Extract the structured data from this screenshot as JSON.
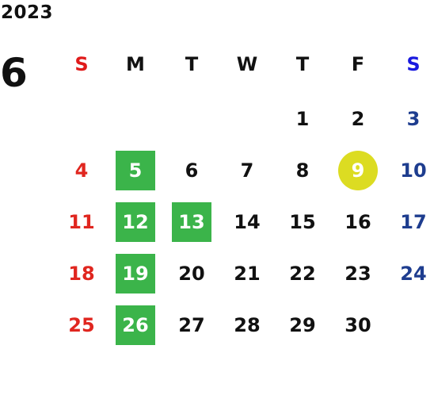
{
  "year": "2023",
  "month": "6",
  "weekdays": [
    {
      "label": "S",
      "color": "#e01a1a"
    },
    {
      "label": "M",
      "color": "#111111"
    },
    {
      "label": "T",
      "color": "#111111"
    },
    {
      "label": "W",
      "color": "#111111"
    },
    {
      "label": "T",
      "color": "#111111"
    },
    {
      "label": "F",
      "color": "#111111"
    },
    {
      "label": "S",
      "color": "#1a1adf"
    }
  ],
  "colors": {
    "sunday": "#e0261f",
    "saturday": "#1e3d8f",
    "weekday": "#111111",
    "highlight_box": "#3bb44a",
    "highlight_circle": "#dcdc22",
    "highlight_text": "#ffffff"
  },
  "weeks": [
    [
      {
        "day": "",
        "mark": "none"
      },
      {
        "day": "",
        "mark": "none"
      },
      {
        "day": "",
        "mark": "none"
      },
      {
        "day": "",
        "mark": "none"
      },
      {
        "day": "1",
        "mark": "none"
      },
      {
        "day": "2",
        "mark": "none"
      },
      {
        "day": "3",
        "mark": "none"
      }
    ],
    [
      {
        "day": "4",
        "mark": "none"
      },
      {
        "day": "5",
        "mark": "box"
      },
      {
        "day": "6",
        "mark": "none"
      },
      {
        "day": "7",
        "mark": "none"
      },
      {
        "day": "8",
        "mark": "none"
      },
      {
        "day": "9",
        "mark": "circle"
      },
      {
        "day": "10",
        "mark": "none"
      }
    ],
    [
      {
        "day": "11",
        "mark": "none"
      },
      {
        "day": "12",
        "mark": "box"
      },
      {
        "day": "13",
        "mark": "box"
      },
      {
        "day": "14",
        "mark": "none"
      },
      {
        "day": "15",
        "mark": "none"
      },
      {
        "day": "16",
        "mark": "none"
      },
      {
        "day": "17",
        "mark": "none"
      }
    ],
    [
      {
        "day": "18",
        "mark": "none"
      },
      {
        "day": "19",
        "mark": "box"
      },
      {
        "day": "20",
        "mark": "none"
      },
      {
        "day": "21",
        "mark": "none"
      },
      {
        "day": "22",
        "mark": "none"
      },
      {
        "day": "23",
        "mark": "none"
      },
      {
        "day": "24",
        "mark": "none"
      }
    ],
    [
      {
        "day": "25",
        "mark": "none"
      },
      {
        "day": "26",
        "mark": "box"
      },
      {
        "day": "27",
        "mark": "none"
      },
      {
        "day": "28",
        "mark": "none"
      },
      {
        "day": "29",
        "mark": "none"
      },
      {
        "day": "30",
        "mark": "none"
      },
      {
        "day": "",
        "mark": "none"
      }
    ]
  ]
}
